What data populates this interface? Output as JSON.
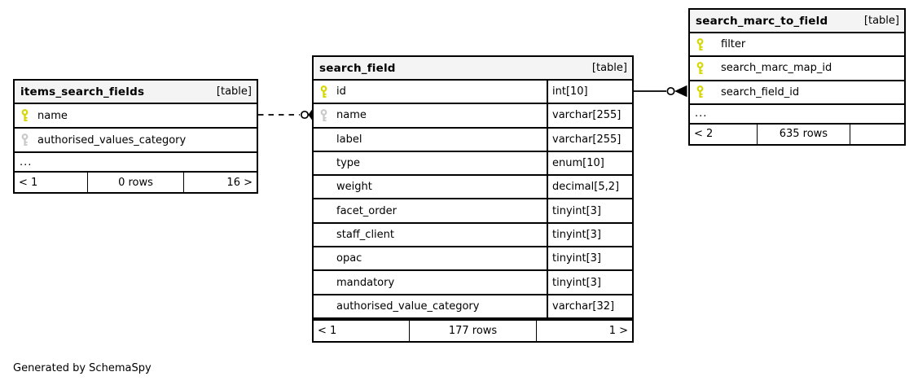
{
  "footer_note": "Generated by SchemaSpy",
  "colors": {
    "primary_key": "#d6d600",
    "secondary_key": "#c9c9c9",
    "header_bg": "#f4f4f4",
    "border": "#000000"
  },
  "tables": [
    {
      "title": "items_search_fields",
      "badge": "[table]",
      "columns": [
        {
          "name": "name",
          "type": "",
          "key": "primary"
        },
        {
          "name": "authorised_values_category",
          "type": "",
          "key": "secondary"
        }
      ],
      "ellipsis": "...",
      "footer": {
        "left": "< 1",
        "center": "0 rows",
        "right": "16 >"
      }
    },
    {
      "title": "search_field",
      "badge": "[table]",
      "columns": [
        {
          "name": "id",
          "type": "int[10]",
          "key": "primary"
        },
        {
          "name": "name",
          "type": "varchar[255]",
          "key": "secondary"
        },
        {
          "name": "label",
          "type": "varchar[255]",
          "key": ""
        },
        {
          "name": "type",
          "type": "enum[10]",
          "key": ""
        },
        {
          "name": "weight",
          "type": "decimal[5,2]",
          "key": ""
        },
        {
          "name": "facet_order",
          "type": "tinyint[3]",
          "key": ""
        },
        {
          "name": "staff_client",
          "type": "tinyint[3]",
          "key": ""
        },
        {
          "name": "opac",
          "type": "tinyint[3]",
          "key": ""
        },
        {
          "name": "mandatory",
          "type": "tinyint[3]",
          "key": ""
        },
        {
          "name": "authorised_value_category",
          "type": "varchar[32]",
          "key": ""
        }
      ],
      "ellipsis": "",
      "footer": {
        "left": "< 1",
        "center": "177 rows",
        "right": "1 >"
      }
    },
    {
      "title": "search_marc_to_field",
      "badge": "[table]",
      "columns": [
        {
          "name": "filter",
          "type": "",
          "key": "primary"
        },
        {
          "name": "search_marc_map_id",
          "type": "",
          "key": "primary"
        },
        {
          "name": "search_field_id",
          "type": "",
          "key": "primary"
        }
      ],
      "ellipsis": "...",
      "footer": {
        "left": "< 2",
        "center": "635 rows",
        "right": ""
      }
    }
  ],
  "relationships": [
    {
      "from": "items_search_fields.name",
      "to": "search_field.name",
      "style": "dashed"
    },
    {
      "from": "search_field.id",
      "to": "search_marc_to_field.search_field_id",
      "style": "solid"
    }
  ]
}
